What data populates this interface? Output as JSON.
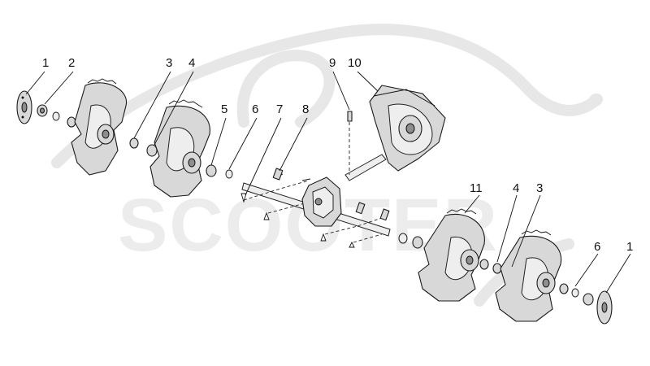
{
  "diagram": {
    "callouts": [
      {
        "id": "c1a",
        "label": "1"
      },
      {
        "id": "c2",
        "label": "2"
      },
      {
        "id": "c3a",
        "label": "3"
      },
      {
        "id": "c4a",
        "label": "4"
      },
      {
        "id": "c5",
        "label": "5"
      },
      {
        "id": "c6a",
        "label": "6"
      },
      {
        "id": "c7",
        "label": "7"
      },
      {
        "id": "c8",
        "label": "8"
      },
      {
        "id": "c9",
        "label": "9"
      },
      {
        "id": "c10",
        "label": "10"
      },
      {
        "id": "c11",
        "label": "11"
      },
      {
        "id": "c4b",
        "label": "4"
      },
      {
        "id": "c3b",
        "label": "3"
      },
      {
        "id": "c6b",
        "label": "6"
      },
      {
        "id": "c1b",
        "label": "1"
      }
    ],
    "watermark": "SCOOTER"
  },
  "colors": {
    "line": "#1a1a1a",
    "part_fill": "#d8d8d8",
    "watermark": "#e7e7e7"
  }
}
